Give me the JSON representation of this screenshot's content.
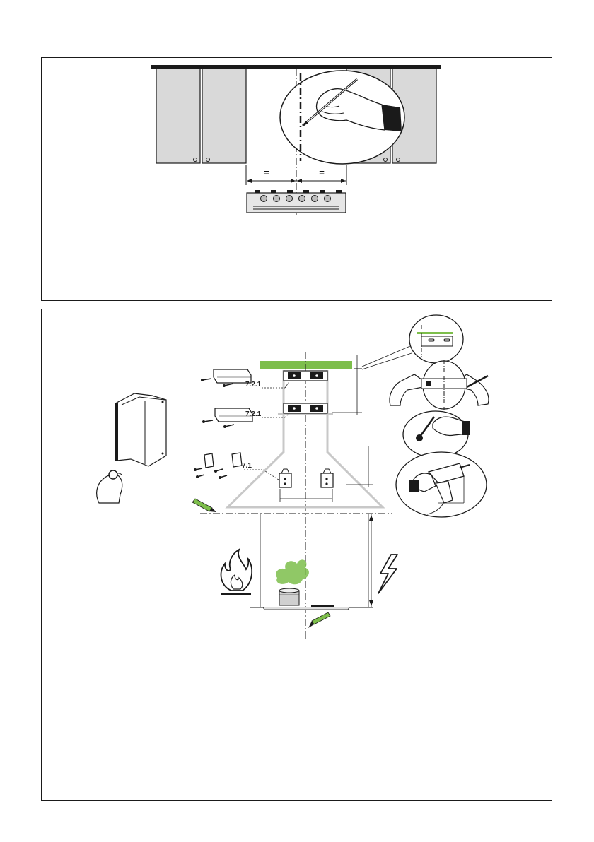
{
  "figure_top": {
    "equal_marks": [
      "=",
      "="
    ]
  },
  "figure_bottom": {
    "callouts": [
      "7.2.1",
      "7.2.1",
      "7.1"
    ]
  },
  "colors": {
    "cabinet_fill": "#d9d9d9",
    "ceiling_bar": "#7dbe4b",
    "steam": "#7dbe4b",
    "outline": "#1a1a1a",
    "hood_ghost": "#c8c8c8"
  },
  "icons": [
    "pencil-hand-icon",
    "pencil-icon",
    "drill-icon",
    "flame-warning-icon",
    "electric-warning-icon",
    "chimney-cover-icon"
  ]
}
